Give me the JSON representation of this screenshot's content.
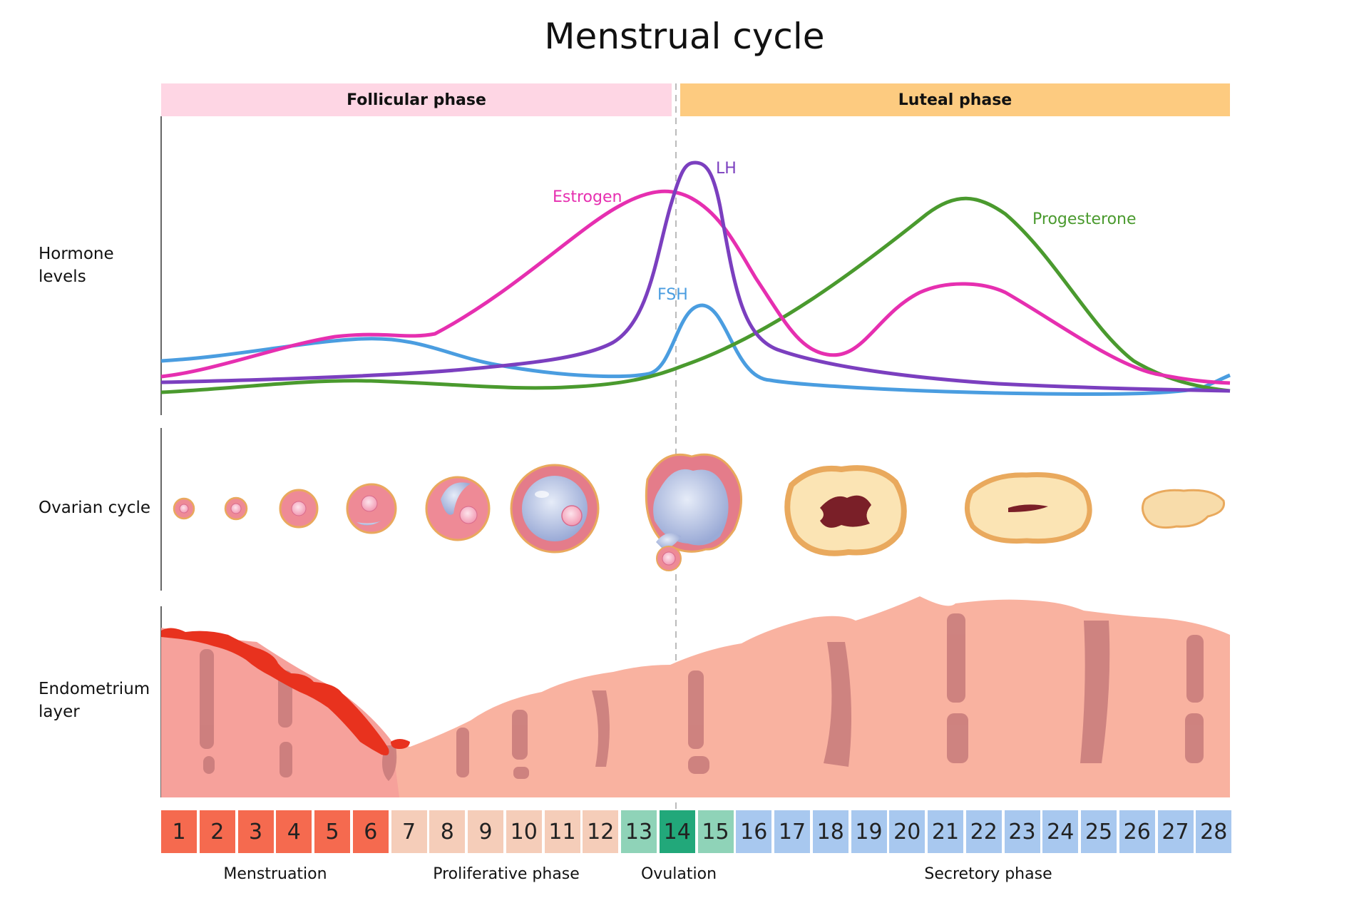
{
  "title": "Menstrual cycle",
  "phases": {
    "follicular": "Follicular phase",
    "luteal": "Luteal phase"
  },
  "row_labels": {
    "hormones": "Hormone\nlevels",
    "ovarian": "Ovarian cycle",
    "endometrium": "Endometrium\nlayer"
  },
  "hormones": [
    {
      "name": "LH",
      "color": "#7b3fbf"
    },
    {
      "name": "Estrogen",
      "color": "#e62fb0"
    },
    {
      "name": "FSH",
      "color": "#4a9de0"
    },
    {
      "name": "Progesterone",
      "color": "#4a9a2e"
    }
  ],
  "days": [
    "1",
    "2",
    "3",
    "4",
    "5",
    "6",
    "7",
    "8",
    "9",
    "10",
    "11",
    "12",
    "13",
    "14",
    "15",
    "16",
    "17",
    "18",
    "19",
    "20",
    "21",
    "22",
    "23",
    "24",
    "25",
    "26",
    "27",
    "28"
  ],
  "stage_labels": {
    "menstruation": "Menstruation",
    "proliferative": "Proliferative phase",
    "ovulation": "Ovulation",
    "secretory": "Secretory phase"
  },
  "colors": {
    "follicular_bar": "#fed6e4",
    "luteal_bar": "#fdcb80",
    "menstruation_day": "#f56a4f",
    "proliferative_day": "#f5cdb9",
    "ovulation_day": "#8fd3b8",
    "ovulation_peak_day": "#22a87a",
    "secretory_day": "#a8c8ef",
    "endometrium": "#f9b2a0",
    "blood": "#e8321e",
    "gland": "#c77a7a"
  }
}
